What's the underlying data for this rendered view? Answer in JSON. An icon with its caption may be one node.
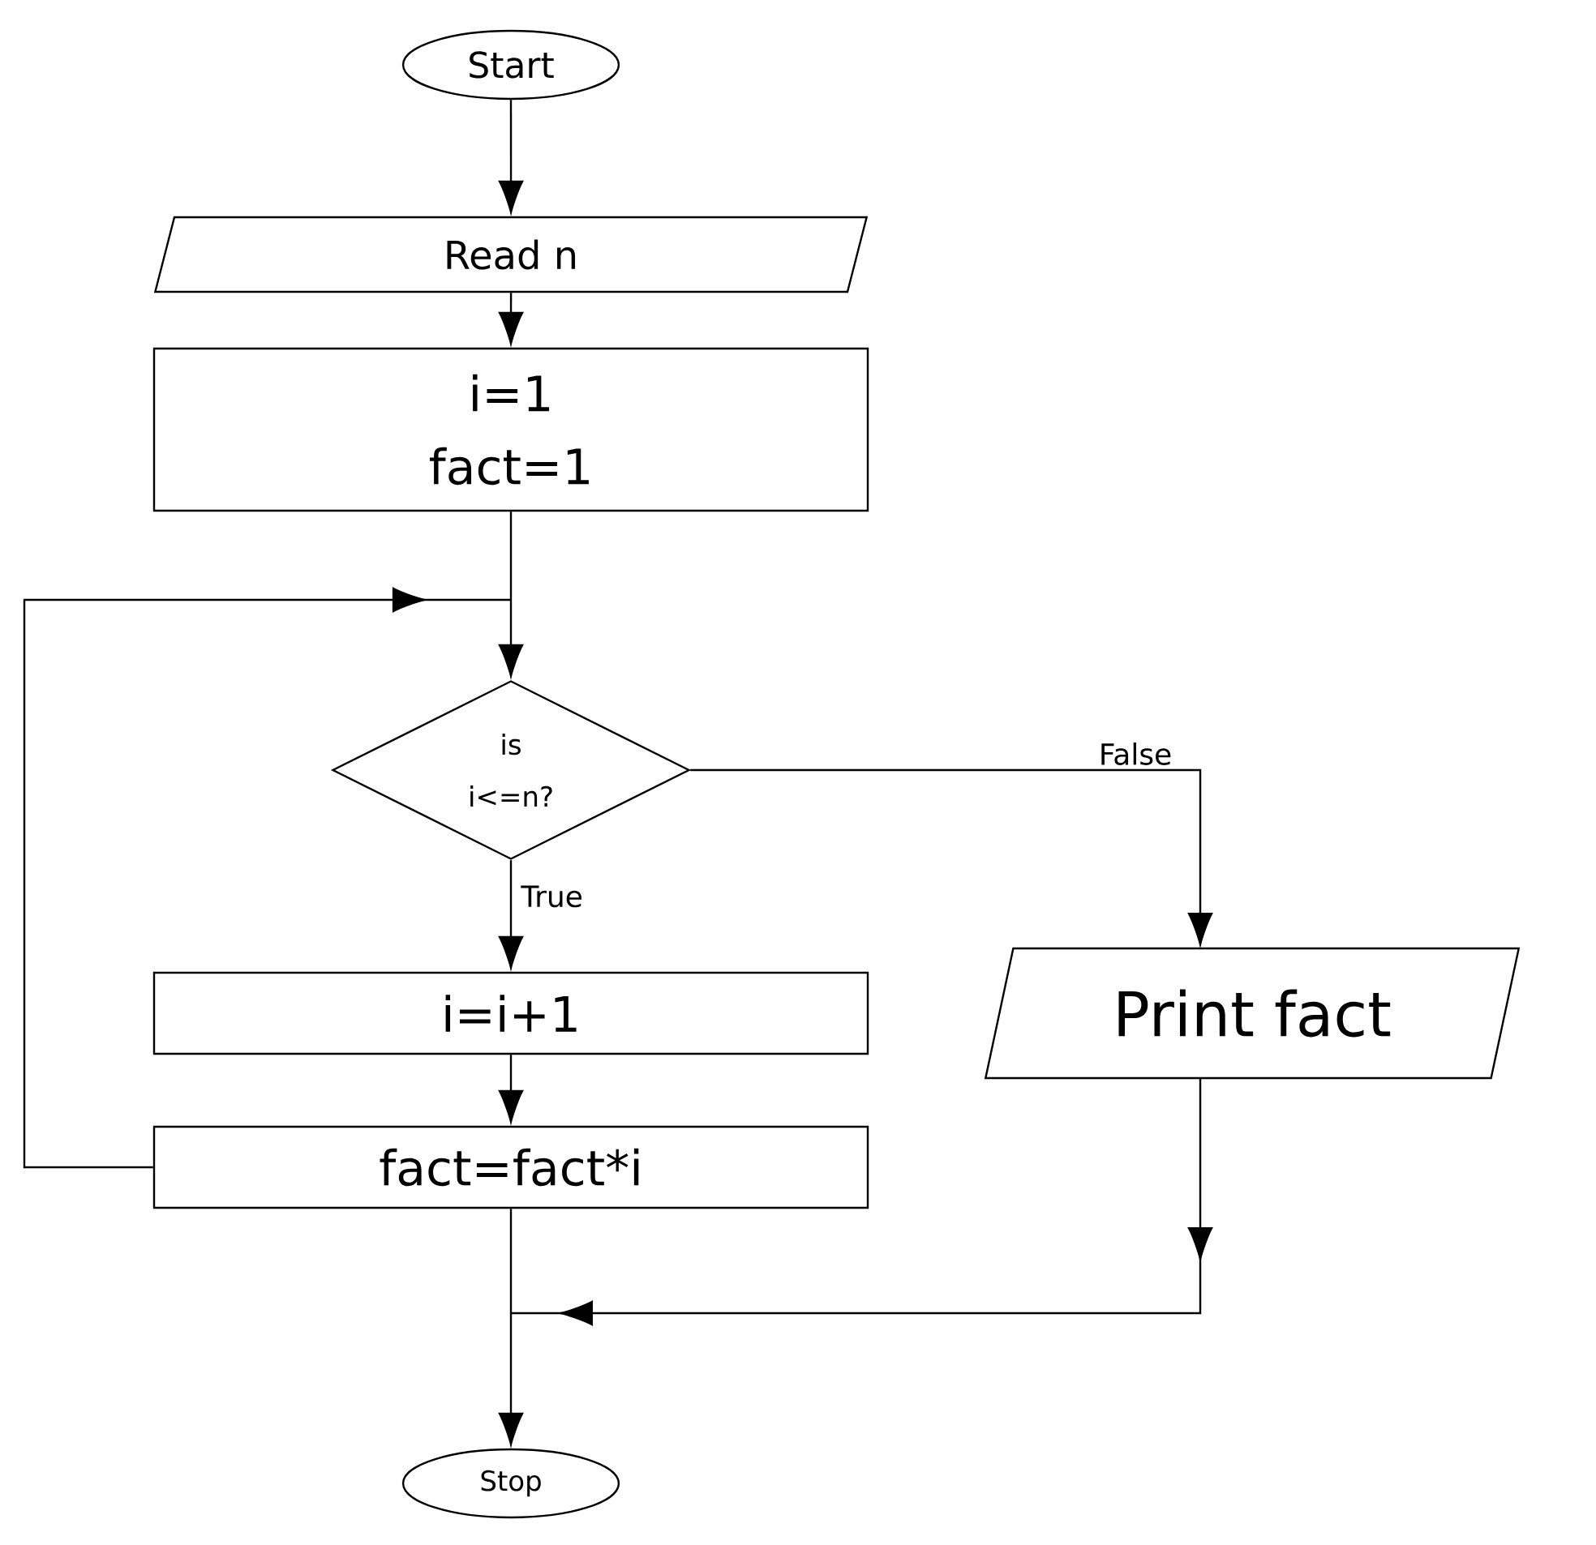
{
  "diagram": {
    "nodes": [
      {
        "text": [
          "Start"
        ]
      },
      {
        "text": [
          "Read n"
        ]
      },
      {
        "text": [
          "i=1 fact=1"
        ]
      },
      {
        "text": [
          "is i<=n?"
        ]
      },
      {
        "text": [
          "i=i+1"
        ]
      },
      {
        "text": [
          "fact=fact*i"
        ]
      },
      {
        "text": [
          "Print fact"
        ]
      },
      {
        "text": [
          "Stop"
        ]
      }
    ],
    "edges": [
      {
        "from": 0,
        "to": 1,
        "arrow": "to"
      },
      {
        "from": 1,
        "to": 2,
        "arrow": "to"
      },
      {
        "from": 2,
        "to": 3,
        "arrow": "to"
      },
      {
        "from": 3,
        "to": 4,
        "arrow": "to",
        "label": "True"
      },
      {
        "from": 4,
        "to": 5,
        "arrow": "to"
      },
      {
        "from": 5,
        "to": 3,
        "arrow": "to"
      },
      {
        "from": 3,
        "to": 6,
        "arrow": "to",
        "label": "False"
      },
      {
        "from": 6,
        "to": 7,
        "arrow": "to"
      },
      {
        "from": 5,
        "to": 7,
        "arrow": "to"
      }
    ]
  }
}
